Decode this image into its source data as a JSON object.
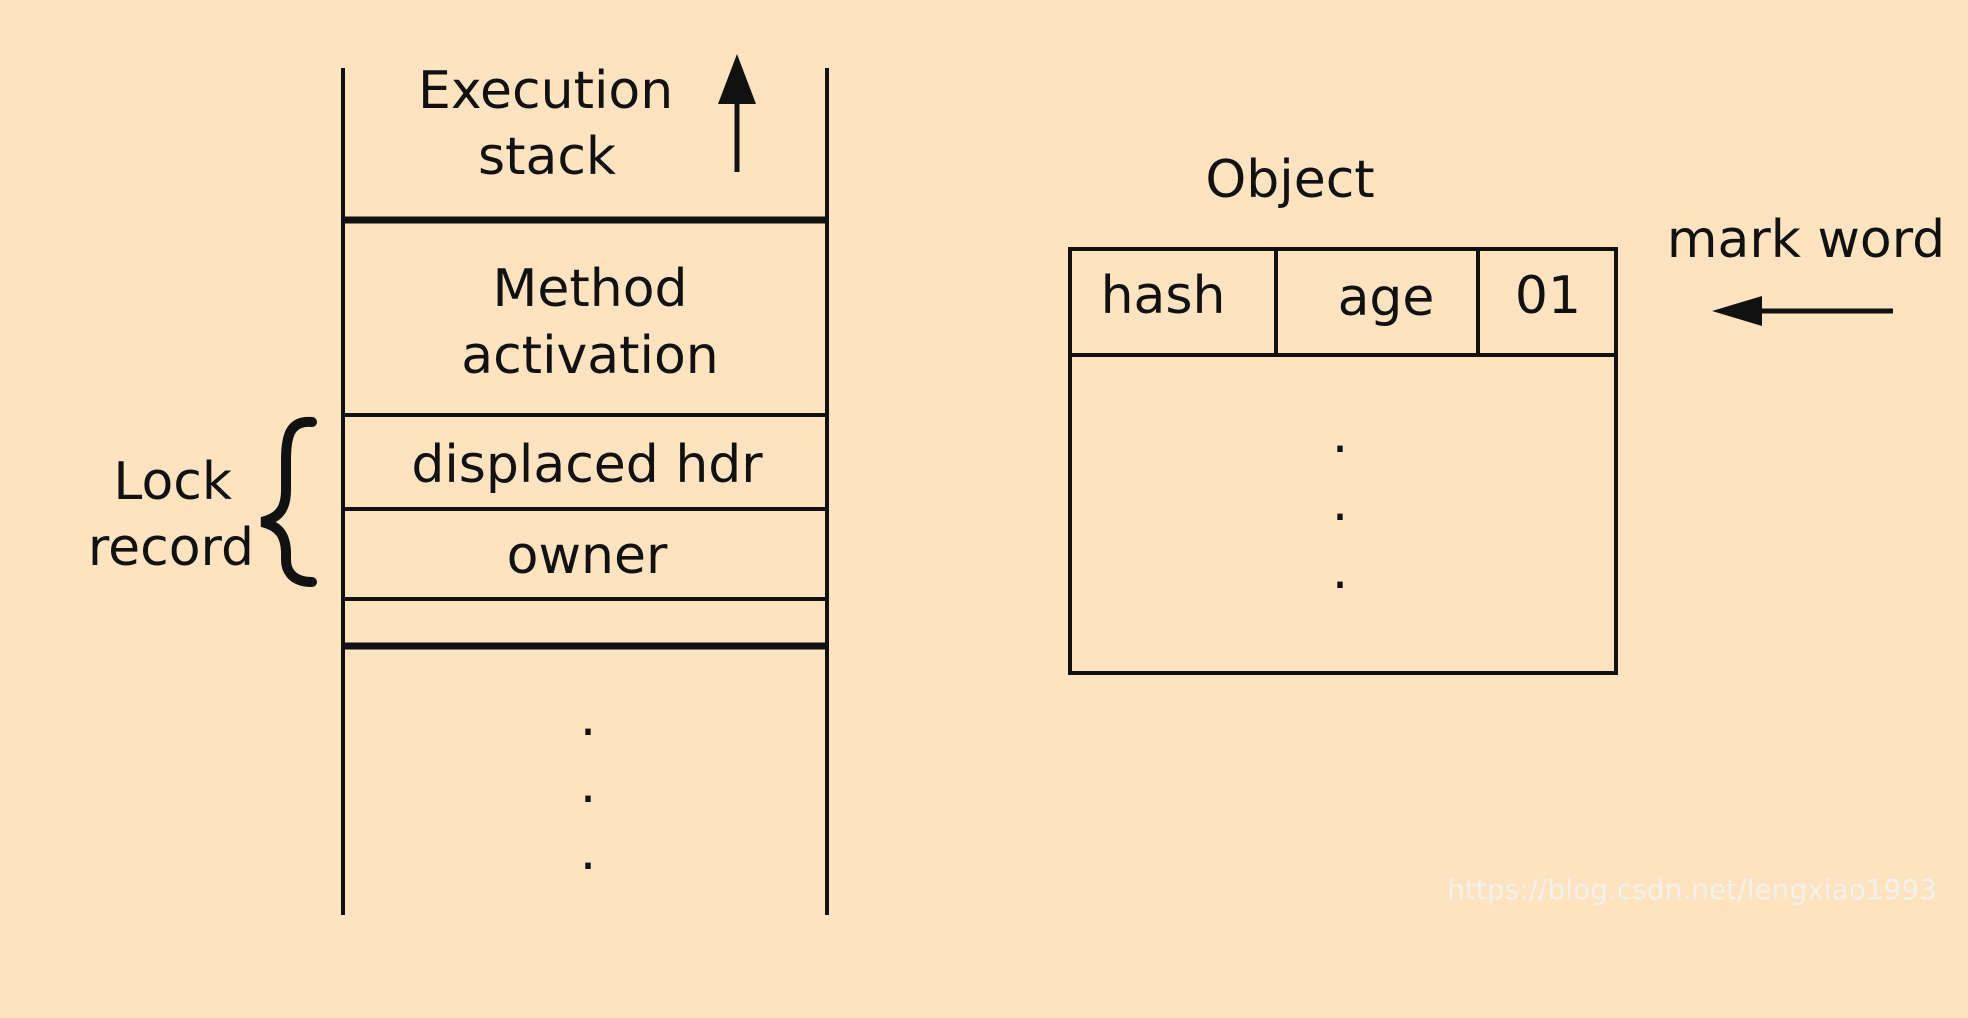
{
  "colors": {
    "background": "#fde3bf",
    "ink": "#111111",
    "watermark": "#f4f0ea"
  },
  "stack": {
    "top_label_line1": "Execution",
    "top_label_line2": "stack",
    "method_line1": "Method",
    "method_line2": "activation",
    "displaced": "displaced hdr",
    "owner": "owner",
    "lock_label_line1": "Lock",
    "lock_label_line2": "record",
    "ellipsis": "."
  },
  "object": {
    "title": "Object",
    "cells": [
      "hash",
      "age",
      "01"
    ],
    "mark_word_label": "mark word",
    "ellipsis": "."
  },
  "watermark": "https://blog.csdn.net/lengxiao1993",
  "icons": {
    "up_arrow": "arrow-up-icon",
    "left_arrow": "arrow-left-icon",
    "brace": "left-brace-icon"
  }
}
